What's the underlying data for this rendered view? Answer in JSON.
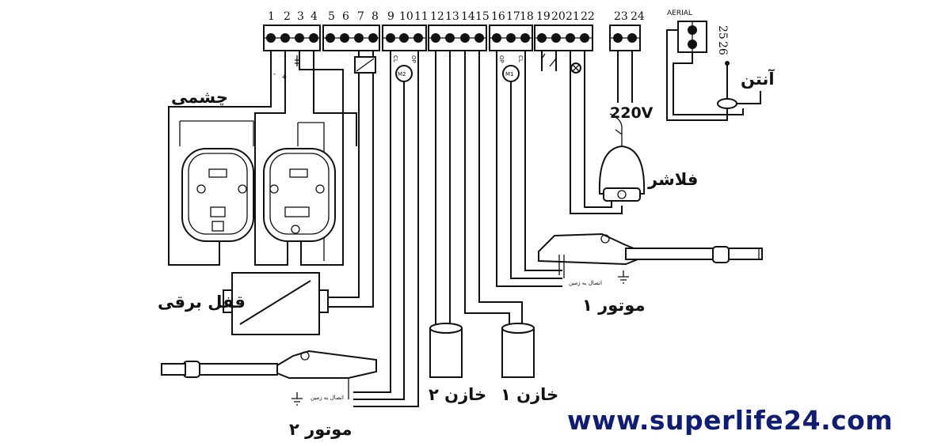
{
  "terminals": [
    "1",
    "2",
    "3",
    "4",
    "5",
    "6",
    "7",
    "8",
    "9",
    "10",
    "11",
    "12",
    "13",
    "14",
    "15",
    "16",
    "17",
    "18",
    "19",
    "20",
    "21",
    "22",
    "23",
    "24"
  ],
  "aerial_terminals": [
    "25",
    "26"
  ],
  "aerial_header": "AERIAL",
  "labels": {
    "photocell": "چشمی",
    "electric_lock": "قفل برقی",
    "antenna": "آنتن",
    "flasher": "فلاشر",
    "motor1": "موتور ۱",
    "motor2": "موتور ۲",
    "capacitor1": "خازن ۱",
    "capacitor2": "خازن ۲",
    "voltage": "220V",
    "ground1": "اتصال به زمین",
    "ground2": "اتصال به زمین",
    "m1": "M1",
    "m2": "M2",
    "minus": "-",
    "plus": "+",
    "cl_1": "CL",
    "op_1": "OP",
    "cl_2": "CL",
    "op_2": "OP"
  },
  "website": "www.superlife24.com"
}
